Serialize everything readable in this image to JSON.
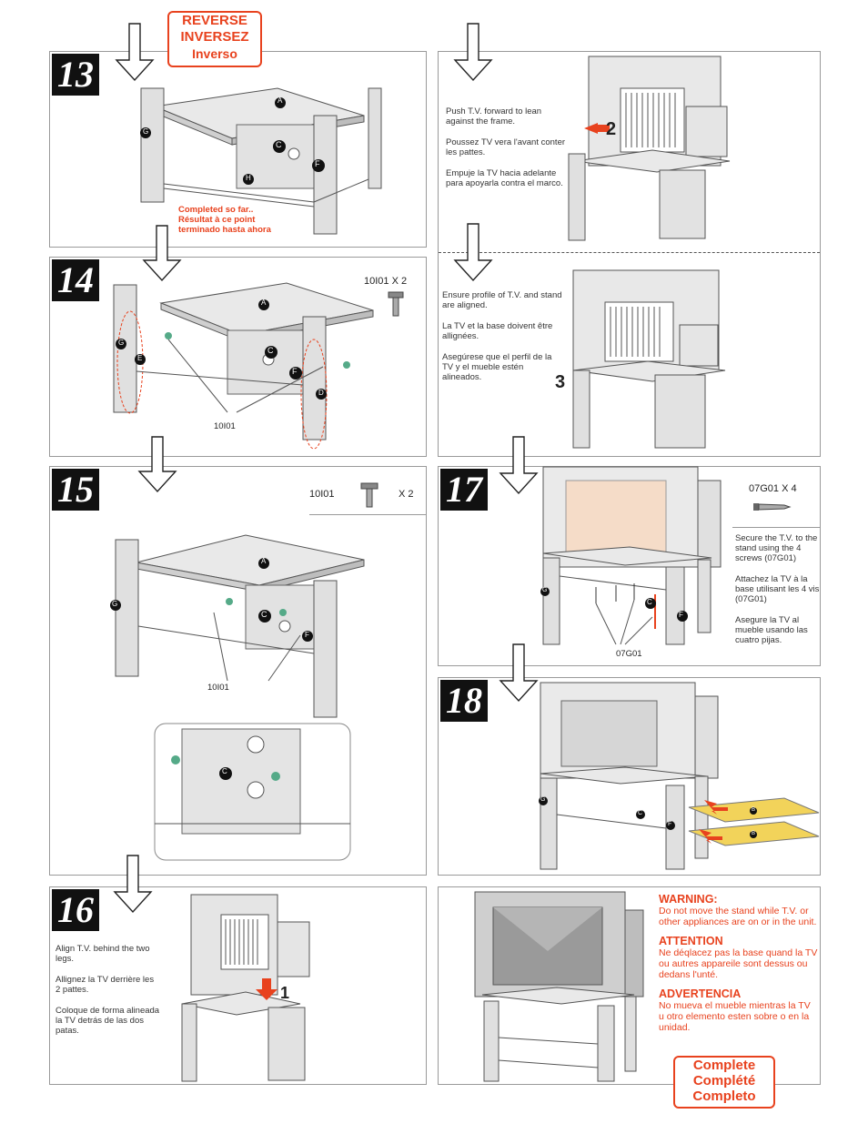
{
  "steps": {
    "s13": {
      "num": "13",
      "reverse": [
        "REVERSE",
        "INVERSEZ",
        "Inverso"
      ],
      "completed": [
        "Completed so far..",
        "Résultat à ce point",
        "terminado hasta ahora"
      ],
      "labels": {
        "a": "A",
        "c": "C",
        "f": "F",
        "g": "G",
        "h": "H"
      }
    },
    "s14": {
      "num": "14",
      "part_qty": "10I01 X 2",
      "part_label": "10I01",
      "labels": {
        "a": "A",
        "c": "C",
        "d": "D",
        "e": "E",
        "f": "F",
        "g": "G"
      }
    },
    "s15": {
      "num": "15",
      "part_code": "10I01",
      "part_qty": "X 2",
      "part_label": "10I01",
      "labels": {
        "a": "A",
        "c": "C",
        "c2": "C",
        "f": "F",
        "g": "G"
      }
    },
    "s16": {
      "num": "16",
      "marker": "1",
      "text": [
        "Align T.V. behind the two legs.",
        "Allignez la TV derrière les 2 pattes.",
        "Coloque de forma alineada la TV detrás de las dos patas."
      ]
    },
    "s17": {
      "num": "17",
      "part_qty": "07G01 X 4",
      "part_label": "07G01",
      "labels": {
        "c": "C",
        "f": "F",
        "g": "G"
      },
      "text": [
        "Secure the T.V. to the stand using the 4 screws (07G01)",
        "Attachez la TV à la base utilisant les 4 vis (07G01)",
        "Asegure la TV al mueble usando las cuatro pijas."
      ]
    },
    "s18": {
      "num": "18",
      "labels": {
        "b1": "B",
        "b2": "B",
        "c": "C",
        "f": "F",
        "g": "G"
      }
    },
    "push": {
      "marker": "2",
      "text": [
        "Push T.V. forward to lean against the frame.",
        "Poussez TV vera l'avant conter les pattes.",
        "Empuje la TV hacia adelante para apoyarla contra el marco."
      ]
    },
    "ensure": {
      "marker": "3",
      "text": [
        "Ensure profile of T.V. and stand are aligned.",
        "La TV et la base doivent être allignées.",
        "Asegúrese que el perfil de la TV y el mueble estén alineados."
      ]
    }
  },
  "warning": {
    "items": [
      {
        "head": "WARNING:",
        "body": "Do not move the stand while T.V. or other appliances are on or in the unit."
      },
      {
        "head": "ATTENTION",
        "body": "Ne déqlacez pas la base quand la TV ou autres appareile sont dessus ou dedans l'unté."
      },
      {
        "head": "ADVERTENCIA",
        "body": "No mueva el mueble mientras la TV u otro elemento esten sobre o en la unidad."
      }
    ],
    "complete": [
      "Complete",
      "Complété",
      "Completo"
    ]
  },
  "colors": {
    "accent": "#e8421e",
    "panel_border": "#9a9a9a",
    "shelf_yellow": "#f2d35a"
  }
}
